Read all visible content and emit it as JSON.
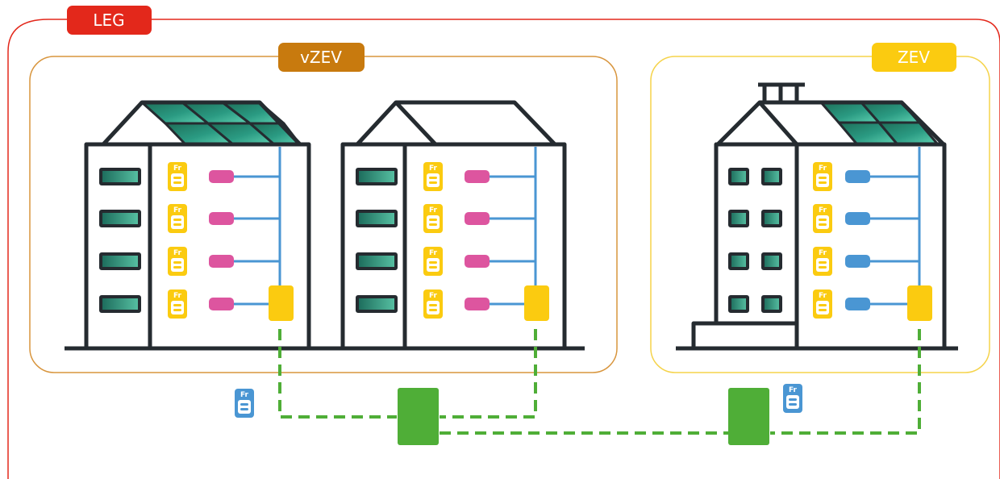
{
  "groups": {
    "leg": {
      "label": "LEG",
      "color": "#e3281b"
    },
    "vzev": {
      "label": "vZEV",
      "color": "#c87a0e",
      "border": "#d8953d"
    },
    "zev": {
      "label": "ZEV",
      "color": "#fbcb10",
      "border": "#f5d34a"
    }
  },
  "meter_label": "Fr",
  "colors": {
    "outline": "#252b30",
    "meter_yellow": "#fbcb10",
    "meter_blue": "#4a96d3",
    "device_pink": "#dd559f",
    "device_blue": "#4a96d3",
    "line_blue": "#4a96d3",
    "grid_green": "#4fae37",
    "panel_dark": "#1d6e58",
    "panel_light": "#4cc3a2"
  }
}
